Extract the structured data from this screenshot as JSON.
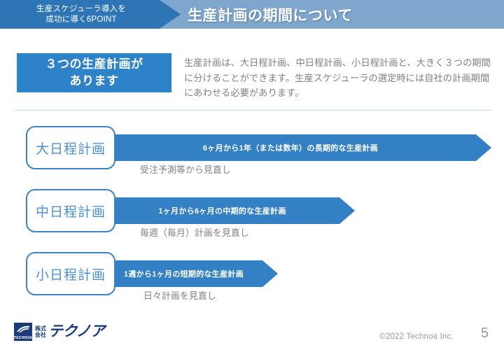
{
  "header": {
    "tab_line1": "生産スケジューラ導入を",
    "tab_line2": "成功に導く6POINT",
    "title": "生産計画の期間について",
    "tab_color": "#2E75B6",
    "bar_color": "#7FA6CC"
  },
  "intro": {
    "callout_line1": "３つの生産計画が",
    "callout_line2": "あります",
    "callout_color": "#2E82C8",
    "paragraph": "生産計画は、大日程計画、中日程計画、小日程計画と、大きく３つの期間に分けることができます。生産スケジューラの選定時には自社の計画期間にあわせる必要があります。"
  },
  "plans": [
    {
      "label": "大日程計画",
      "arrow_text": "6ヶ月から1年（または数年）の長期的な生産計画",
      "sub_note": "受注予測等から見直し"
    },
    {
      "label": "中日程計画",
      "arrow_text": "1ヶ月から6ヶ月の中期的な生産計画",
      "sub_note": "毎週（毎月）計画を見直し"
    },
    {
      "label": "小日程計画",
      "arrow_text": "1週から1ヶ月の短期的な生産計画",
      "sub_note": "日々計画を見直し"
    }
  ],
  "footer": {
    "logo_mark_word": "TECHNOA",
    "logo_kabu_line1": "株式",
    "logo_kabu_line2": "会社",
    "logo_name": "テクノア",
    "copyright": "©2022 Technoa Inc.",
    "page_number": "5",
    "logo_color": "#1B3C79"
  }
}
